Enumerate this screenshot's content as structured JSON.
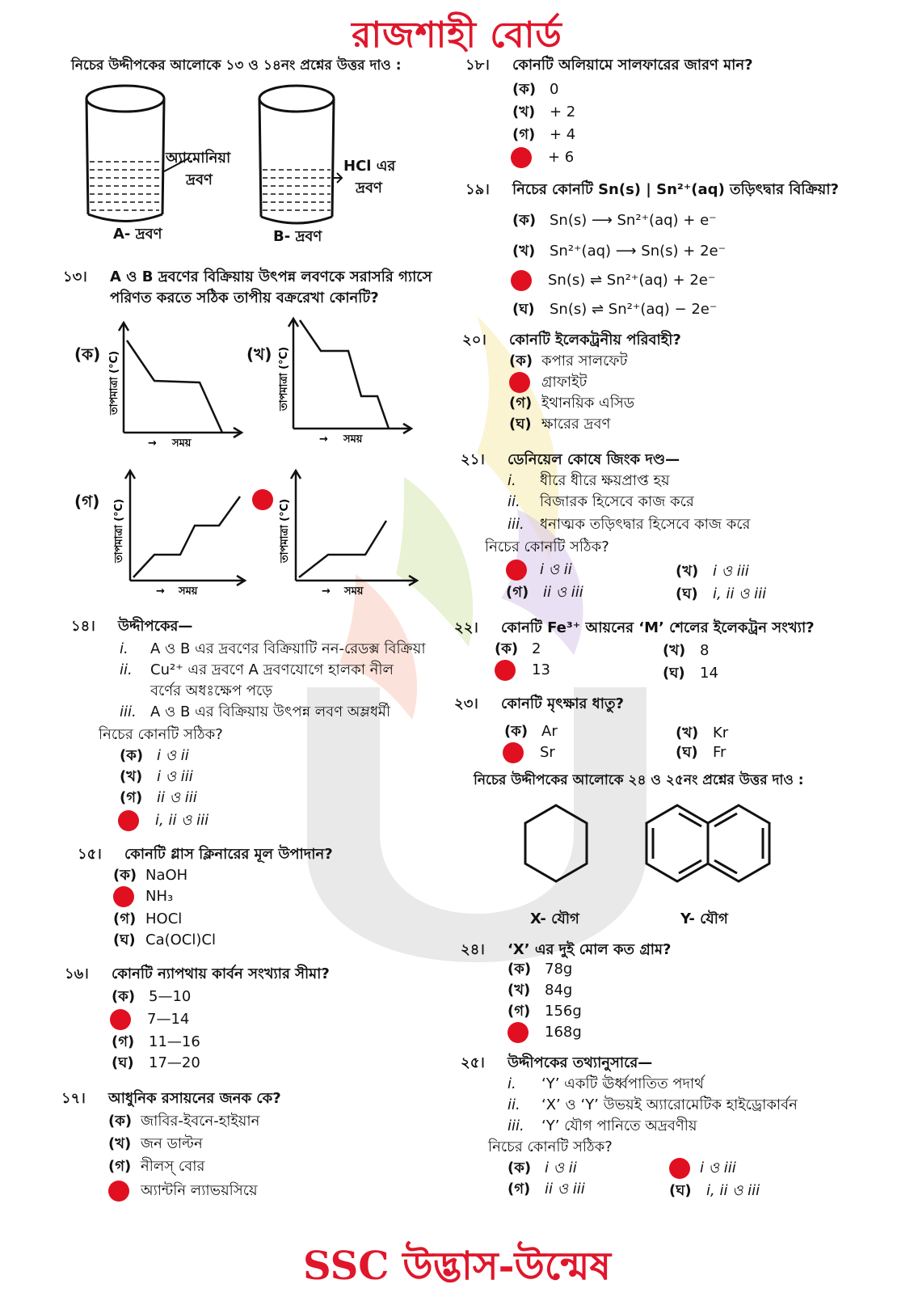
{
  "header": {
    "title": "রাজশাহী বোর্ড"
  },
  "footer": {
    "text": "SSC উদ্ভাস-উন্মেষ"
  },
  "stimulus_13_14": {
    "intro": "নিচের উদ্দীপকের আলোকে ১৩ ও ১৪নং প্রশ্নের উত্তর দাও :",
    "beaker_a_label": "A- দ্রবণ",
    "beaker_a_desc_1": "অ্যামোনিয়া",
    "beaker_a_desc_2": "দ্রবণ",
    "beaker_b_label": "B- দ্রবণ",
    "beaker_b_desc_1": "HCl এর",
    "beaker_b_desc_2": "দ্রবণ"
  },
  "q13": {
    "num": "১৩।",
    "text_1": "A ও B দ্রবণের বিক্রিয়ায় উৎপন্ন লবণকে সরাসরি গ্যাসে",
    "text_2": "পরিণত করতে সঠিক তাপীয় বক্ররেখা কোনটি?",
    "graphs": [
      {
        "label": "(ক)",
        "ylabel": "তাপমাত্রা (°C)",
        "xlabel": "সময়"
      },
      {
        "label": "(খ)",
        "ylabel": "তাপমাত্রা (°C)",
        "xlabel": "সময়"
      },
      {
        "label": "(গ)",
        "ylabel": "তাপমাত্রা (°C)",
        "xlabel": "সময়"
      },
      {
        "label": "",
        "ylabel": "তাপমাত্রা (°C)",
        "xlabel": "সময়"
      }
    ]
  },
  "q14": {
    "num": "১৪।",
    "text": "উদ্দীপকের—",
    "stmts": [
      {
        "n": "i.",
        "t": "A ও B এর দ্রবণের বিক্রিয়াটি নন-রেডক্স বিক্রিয়া"
      },
      {
        "n": "ii.",
        "t": "Cu²⁺ এর দ্রবণে A দ্রবণযোগে হালকা নীল"
      },
      {
        "n": "",
        "t": "বর্ণের অধঃক্ষেপ পড়ে"
      },
      {
        "n": "iii.",
        "t": "A ও B এর বিক্রিয়ায় উৎপন্ন লবণ অম্লধর্মী"
      }
    ],
    "ask": "নিচের কোনটি সঠিক?",
    "options": [
      {
        "l": "(ক)",
        "t": "i ও ii"
      },
      {
        "l": "(খ)",
        "t": "i ও iii"
      },
      {
        "l": "(গ)",
        "t": "ii ও iii"
      },
      {
        "l": "",
        "t": "i, ii ও iii"
      }
    ]
  },
  "q15": {
    "num": "১৫।",
    "text": "কোনটি গ্লাস ক্লিনারের মূল উপাদান?",
    "options": [
      {
        "l": "(ক)",
        "t": "NaOH"
      },
      {
        "l": "",
        "t": "NH₃"
      },
      {
        "l": "(গ)",
        "t": "HOCl"
      },
      {
        "l": "(ঘ)",
        "t": "Ca(OCl)Cl"
      }
    ]
  },
  "q16": {
    "num": "১৬।",
    "text": "কোনটি ন্যাপথায় কার্বন সংখ্যার সীমা?",
    "options": [
      {
        "l": "(ক)",
        "t": "5—10"
      },
      {
        "l": "",
        "t": "7—14"
      },
      {
        "l": "(গ)",
        "t": "11—16"
      },
      {
        "l": "(ঘ)",
        "t": "17—20"
      }
    ]
  },
  "q17": {
    "num": "১৭।",
    "text": "আধুনিক রসায়নের জনক কে?",
    "options": [
      {
        "l": "(ক)",
        "t": "জাবির-ইবনে-হাইয়ান"
      },
      {
        "l": "(খ)",
        "t": "জন ডাল্টন"
      },
      {
        "l": "(গ)",
        "t": "নীলস্ বোর"
      },
      {
        "l": "",
        "t": "অ্যান্টনি ল্যাভয়সিয়ে"
      }
    ]
  },
  "q18": {
    "num": "১৮।",
    "text": "কোনটি অলিয়ামে সালফারের জারণ মান?",
    "options": [
      {
        "l": "(ক)",
        "t": "0"
      },
      {
        "l": "(খ)",
        "t": "+ 2"
      },
      {
        "l": "(গ)",
        "t": "+ 4"
      },
      {
        "l": "",
        "t": "+ 6"
      }
    ]
  },
  "q19": {
    "num": "১৯।",
    "text": "নিচের কোনটি Sn(s) | Sn²⁺(aq) তড়িৎদ্বার বিক্রিয়া?",
    "options": [
      {
        "l": "(ক)",
        "t": "Sn(s) ⟶ Sn²⁺(aq) + e⁻"
      },
      {
        "l": "(খ)",
        "t": "Sn²⁺(aq) ⟶ Sn(s) + 2e⁻"
      },
      {
        "l": "",
        "t": "Sn(s) ⇌ Sn²⁺(aq) + 2e⁻"
      },
      {
        "l": "(ঘ)",
        "t": "Sn(s) ⇌ Sn²⁺(aq) − 2e⁻"
      }
    ]
  },
  "q20": {
    "num": "২০।",
    "text": "কোনটি ইলেকট্রনীয় পরিবাহী?",
    "options": [
      {
        "l": "(ক)",
        "t": "কপার সালফেট"
      },
      {
        "l": "",
        "t": "গ্রাফাইট"
      },
      {
        "l": "(গ)",
        "t": "ইথানয়িক এসিড"
      },
      {
        "l": "(ঘ)",
        "t": "ক্ষারের দ্রবণ"
      }
    ]
  },
  "q21": {
    "num": "২১।",
    "text": "ডেনিয়েল কোষে জিংক দণ্ড—",
    "stmts": [
      {
        "n": "i.",
        "t": "ধীরে ধীরে ক্ষয়প্রাপ্ত হয়"
      },
      {
        "n": "ii.",
        "t": "বিজারক হিসেবে কাজ করে"
      },
      {
        "n": "iii.",
        "t": "ধনাত্মক তড়িৎদ্বার হিসেবে কাজ করে"
      }
    ],
    "ask": "নিচের কোনটি সঠিক?",
    "options": [
      {
        "l": "",
        "t": "i ও ii"
      },
      {
        "l": "(খ)",
        "t": "i ও iii"
      },
      {
        "l": "(গ)",
        "t": "ii ও iii"
      },
      {
        "l": "(ঘ)",
        "t": "i, ii ও iii"
      }
    ]
  },
  "q22": {
    "num": "২২।",
    "text": "কোনটি Fe³⁺ আয়নের ‘M’ শেলের ইলেকট্রন সংখ্যা?",
    "options": [
      {
        "l": "(ক)",
        "t": "2"
      },
      {
        "l": "(খ)",
        "t": "8"
      },
      {
        "l": "",
        "t": "13"
      },
      {
        "l": "(ঘ)",
        "t": "14"
      }
    ]
  },
  "q23": {
    "num": "২৩।",
    "text": "কোনটি মৃৎক্ষার ধাতু?",
    "options": [
      {
        "l": "(ক)",
        "t": "Ar"
      },
      {
        "l": "(খ)",
        "t": "Kr"
      },
      {
        "l": "",
        "t": "Sr"
      },
      {
        "l": "(ঘ)",
        "t": "Fr"
      }
    ]
  },
  "stimulus_24_25": {
    "intro": "নিচের উদ্দীপকের আলোকে ২৪ ও ২৫নং প্রশ্নের উত্তর দাও :",
    "x_label": "X- যৌগ",
    "y_label": "Y- যৌগ"
  },
  "q24": {
    "num": "২৪।",
    "text": "‘X’ এর দুই মোল কত গ্রাম?",
    "options": [
      {
        "l": "(ক)",
        "t": "78g"
      },
      {
        "l": "(খ)",
        "t": "84g"
      },
      {
        "l": "(গ)",
        "t": "156g"
      },
      {
        "l": "",
        "t": "168g"
      }
    ]
  },
  "q25": {
    "num": "২৫।",
    "text": "উদ্দীপকের তথ্যানুসারে—",
    "stmts": [
      {
        "n": "i.",
        "t": "‘Y’ একটি ঊর্ধ্বপাতিত পদার্থ"
      },
      {
        "n": "ii.",
        "t": "‘X’ ও ‘Y’ উভয়ই অ্যারোমেটিক হাইড্রোকার্বন"
      },
      {
        "n": "iii.",
        "t": "‘Y’ যৌগ পানিতে অদ্রবণীয়"
      }
    ],
    "ask": "নিচের কোনটি সঠিক?",
    "options": [
      {
        "l": "(ক)",
        "t": "i ও ii"
      },
      {
        "l": "",
        "t": "i ও iii"
      },
      {
        "l": "(গ)",
        "t": "ii ও iii"
      },
      {
        "l": "(ঘ)",
        "t": "i, ii ও iii"
      }
    ]
  },
  "colors": {
    "accent": "#e0162b",
    "answer_dot": "#e01020"
  }
}
